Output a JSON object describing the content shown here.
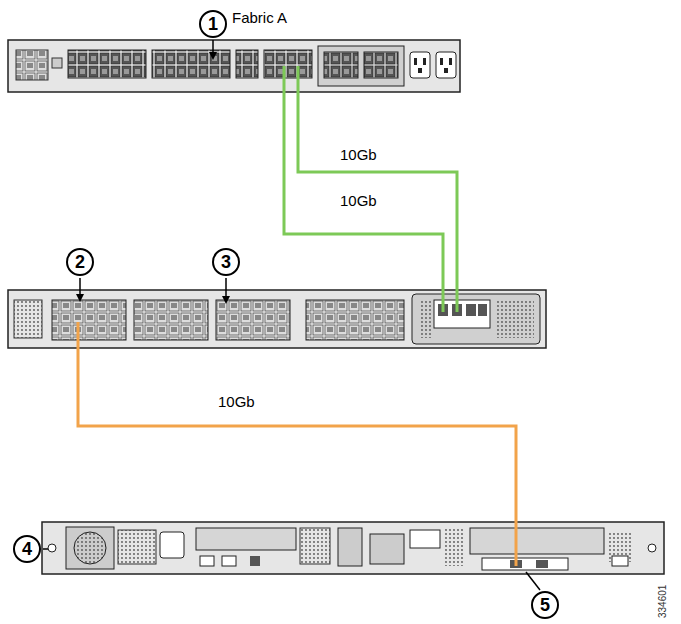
{
  "diagram": {
    "nodes": [
      {
        "text": [
          "1"
        ]
      },
      {
        "text": [
          "2"
        ]
      },
      {
        "text": [
          "3"
        ]
      },
      {
        "text": [
          "4"
        ]
      },
      {
        "text": [
          "5"
        ]
      }
    ],
    "labels": [
      "Fabric A",
      "10Gb",
      "10Gb",
      "10Gb",
      "334601"
    ]
  }
}
